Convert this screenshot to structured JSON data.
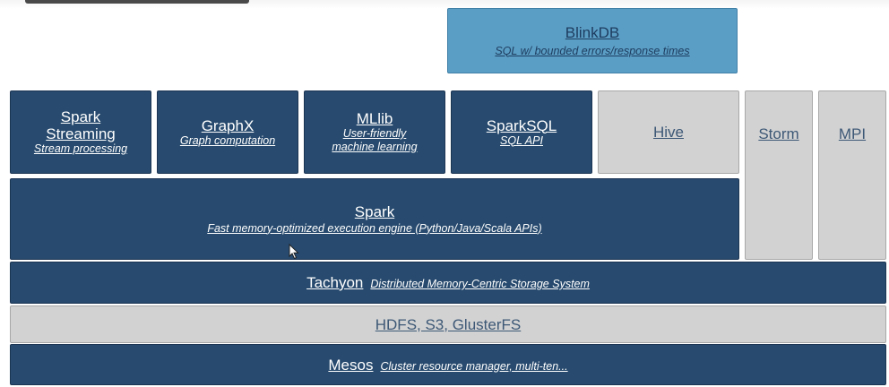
{
  "blinkdb": {
    "title": "BlinkDB",
    "subtitle": "SQL w/ bounded errors/response times"
  },
  "apps": [
    {
      "title": "Spark Streaming",
      "subtitle": "Stream processing"
    },
    {
      "title": "GraphX",
      "subtitle": "Graph computation"
    },
    {
      "title": "MLlib",
      "subtitle": "User-friendly machine learning"
    },
    {
      "title": "SparkSQL",
      "subtitle": "SQL API"
    }
  ],
  "hive": "Hive",
  "storm": "Storm",
  "mpi": "MPI",
  "spark": {
    "title": "Spark",
    "subtitle": "Fast memory-optimized execution engine (Python/Java/Scala APIs)"
  },
  "tachyon": {
    "title": "Tachyon",
    "subtitle": "Distributed Memory-Centric Storage System"
  },
  "storage": "HDFS, S3, GlusterFS",
  "mesos": {
    "title": "Mesos",
    "subtitle": "Cluster resource manager, multi-ten..."
  },
  "colors": {
    "dark": "#274a6e",
    "light": "#d2d2d2",
    "blue": "#5b9ec5"
  }
}
